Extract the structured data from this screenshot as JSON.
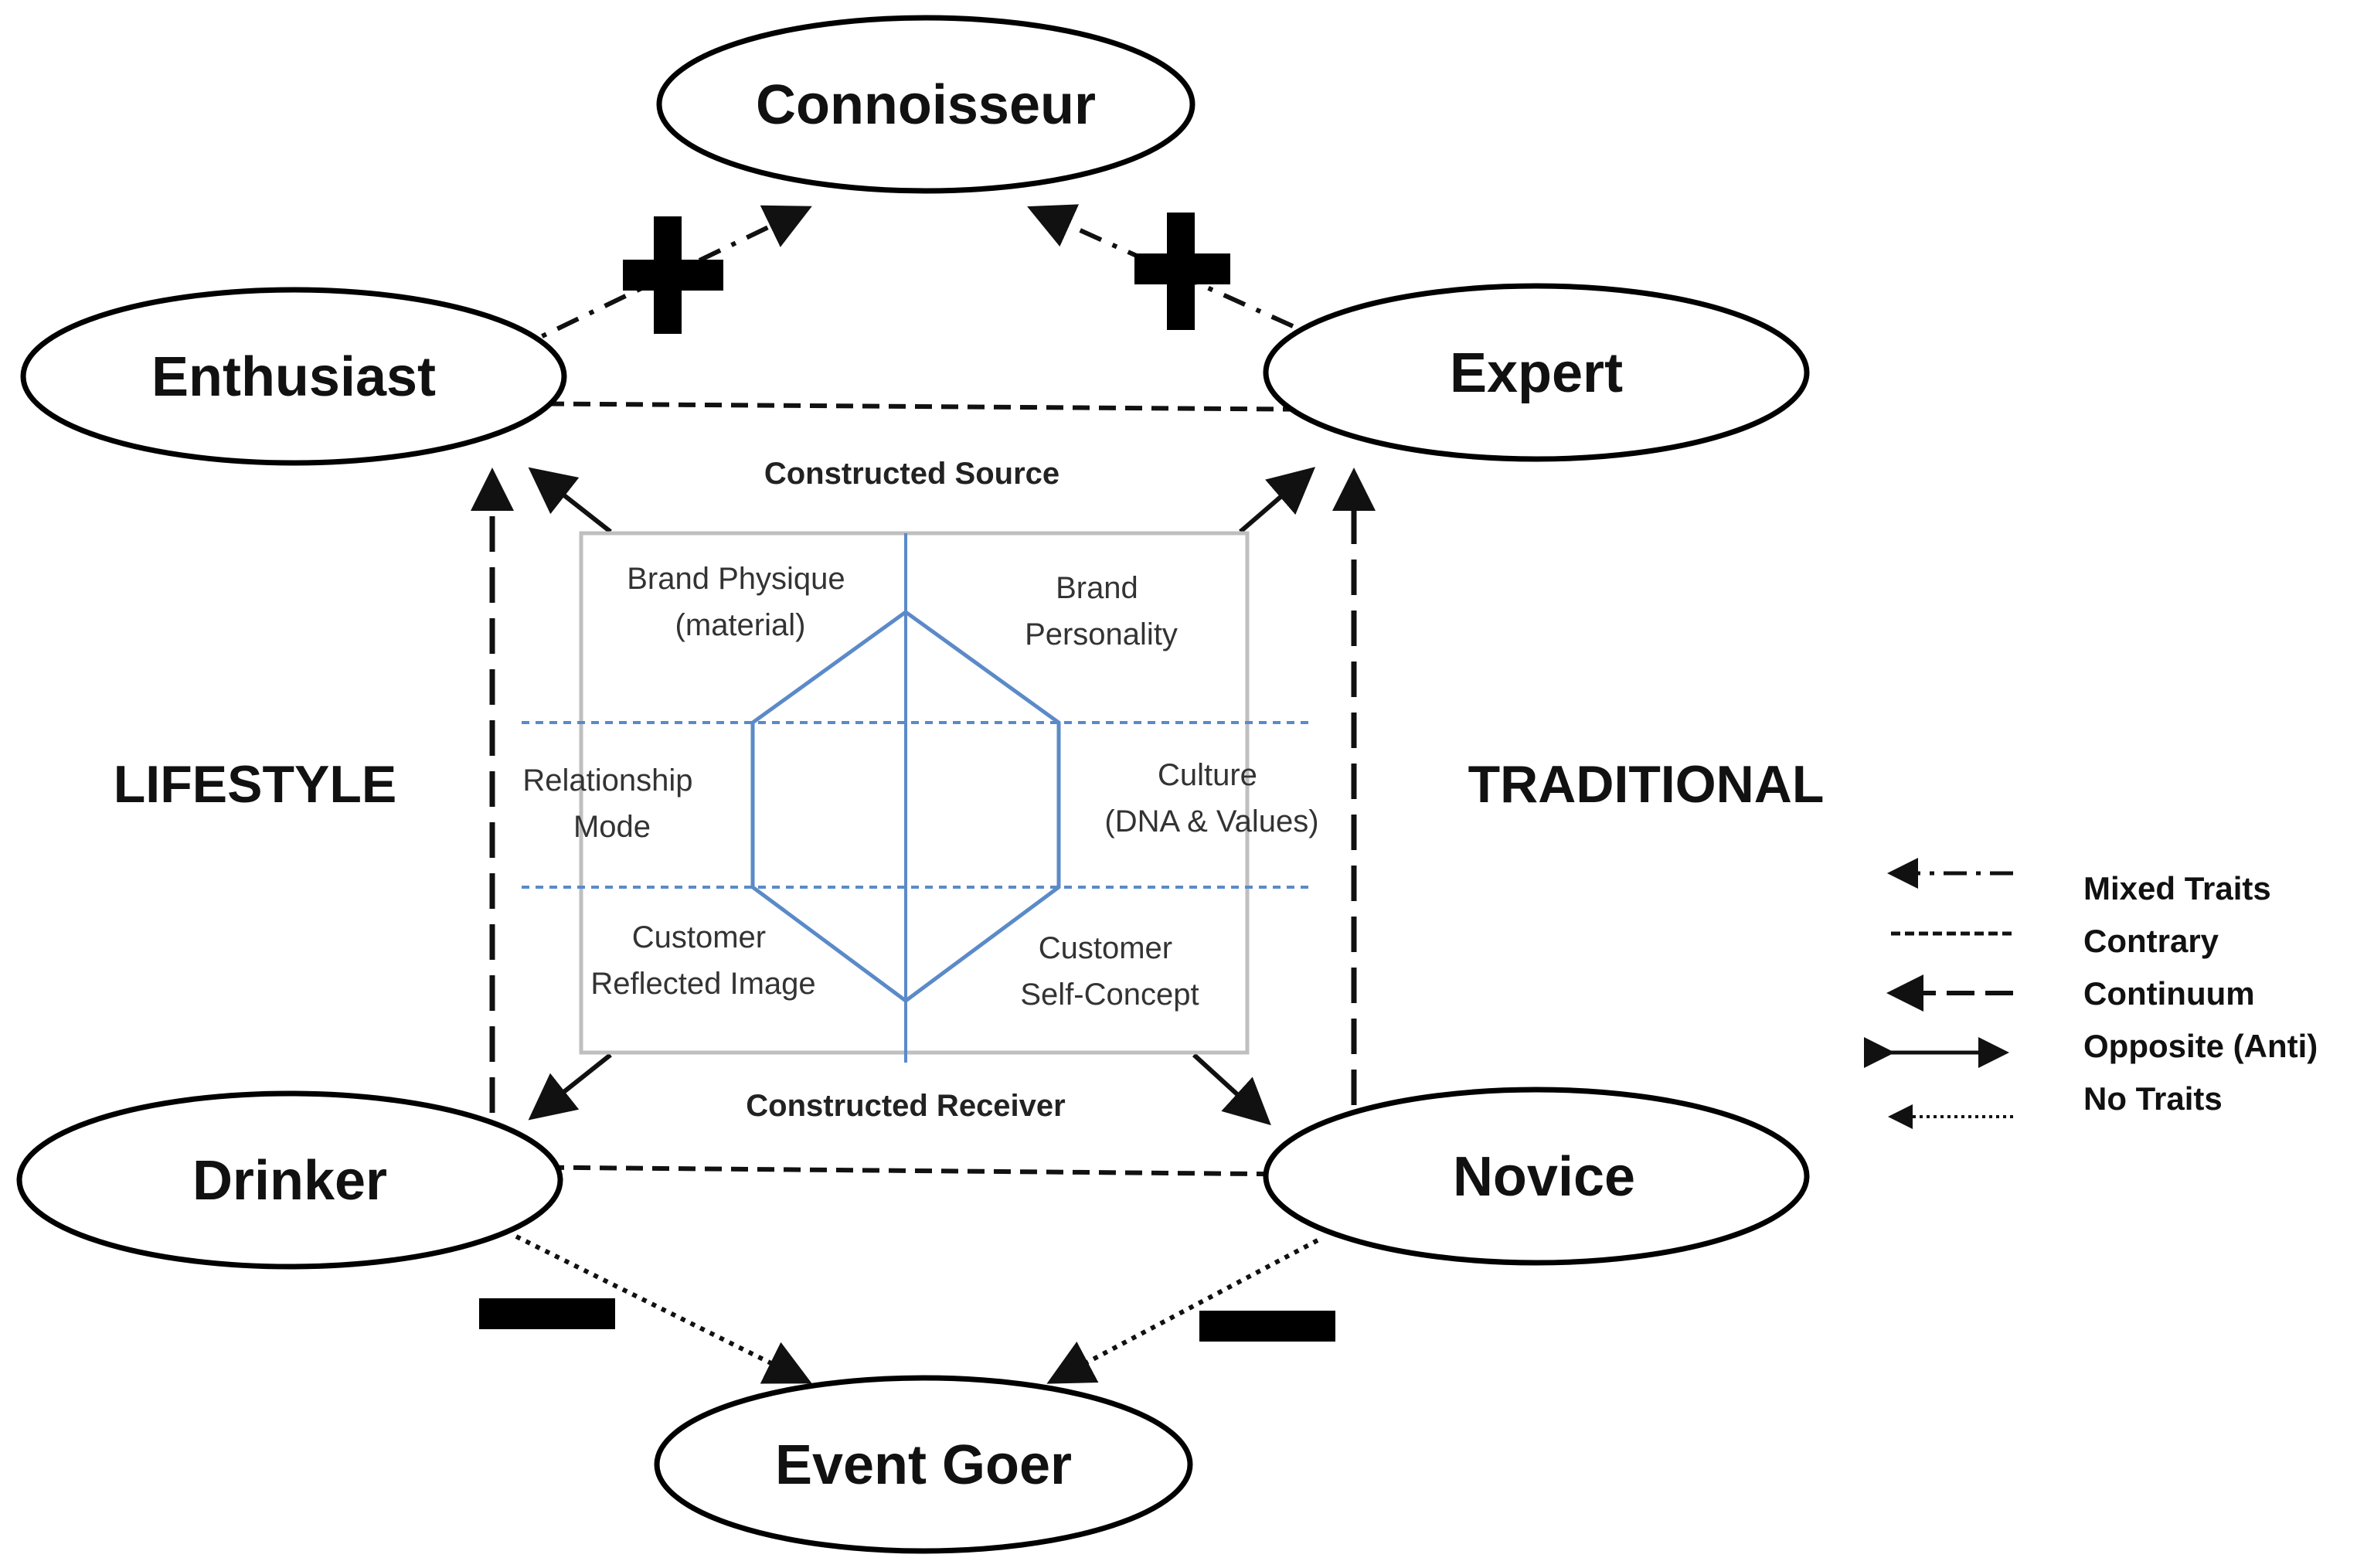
{
  "nodes": {
    "connoisseur": "Connoisseur",
    "enthusiast": "Enthusiast",
    "expert": "Expert",
    "drinker": "Drinker",
    "novice": "Novice",
    "event_goer": "Event Goer"
  },
  "sides": {
    "left": "LIFESTYLE",
    "right": "TRADITIONAL"
  },
  "prism": {
    "top_label": "Constructed Source",
    "bottom_label": "Constructed Receiver",
    "cells": {
      "brand_physique": [
        "Brand Physique",
        "(material)"
      ],
      "brand_personality": [
        "Brand",
        "Personality"
      ],
      "relationship": [
        "Relationship",
        "Mode"
      ],
      "culture": [
        "Culture",
        "(DNA & Values)"
      ],
      "reflected_image": [
        "Customer",
        "Reflected Image"
      ],
      "self_concept": [
        "Customer",
        "Self-Concept"
      ]
    }
  },
  "legend": [
    {
      "style": "mixed",
      "label": "Mixed Traits"
    },
    {
      "style": "contrary",
      "label": "Contrary"
    },
    {
      "style": "continuum",
      "label": "Continuum"
    },
    {
      "style": "opposite",
      "label": "Opposite (Anti)"
    },
    {
      "style": "none",
      "label": "No Traits"
    }
  ],
  "signs": [
    "plus",
    "plus",
    "minus",
    "minus"
  ],
  "colors": {
    "prism_line": "#5b8ac8",
    "prism_box": "#bfbfbf",
    "ink": "#111111"
  }
}
